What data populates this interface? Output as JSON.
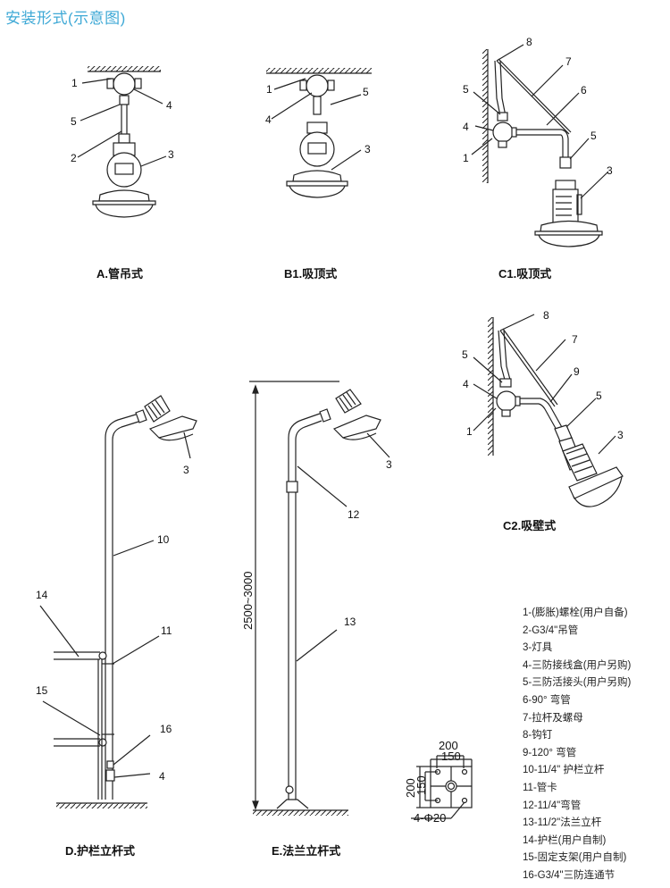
{
  "title": "安装形式(示意图)",
  "captions": {
    "A": "A.管吊式",
    "B1": "B1.吸顶式",
    "C1": "C1.吸顶式",
    "C2": "C2.吸壁式",
    "D": "D.护栏立杆式",
    "E": "E.法兰立杆式"
  },
  "callouts": {
    "A": [
      "1",
      "4",
      "5",
      "2",
      "3"
    ],
    "B1": [
      "1",
      "5",
      "4",
      "3"
    ],
    "C1": [
      "8",
      "7",
      "5",
      "6",
      "4",
      "1",
      "5",
      "3"
    ],
    "C2": [
      "8",
      "7",
      "5",
      "9",
      "4",
      "1",
      "5",
      "3"
    ],
    "D": [
      "3",
      "10",
      "14",
      "11",
      "15",
      "16",
      "4"
    ],
    "E": [
      "3",
      "12",
      "13"
    ]
  },
  "dimensions": {
    "pole_height": "2500~3000",
    "flange_outer": "200",
    "flange_inner": "150",
    "flange_outer_v": "200",
    "flange_inner_v": "150",
    "holes": "4-Φ20"
  },
  "legend": [
    "1-(膨胀)螺栓(用户自备)",
    "2-G3/4\"吊管",
    "3-灯具",
    "4-三防接线盒(用户另购)",
    "5-三防活接头(用户另购)",
    "6-90° 弯管",
    "7-拉杆及螺母",
    "8-钩钉",
    "9-120° 弯管",
    "10-11/4\" 护栏立杆",
    "11-管卡",
    "12-11/4\"弯管",
    "13-11/2\"法兰立杆",
    "14-护栏(用户自制)",
    "15-固定支架(用户自制)",
    "16-G3/4\"三防连通节"
  ],
  "colors": {
    "title": "#3fa9d6",
    "line": "#222222"
  }
}
